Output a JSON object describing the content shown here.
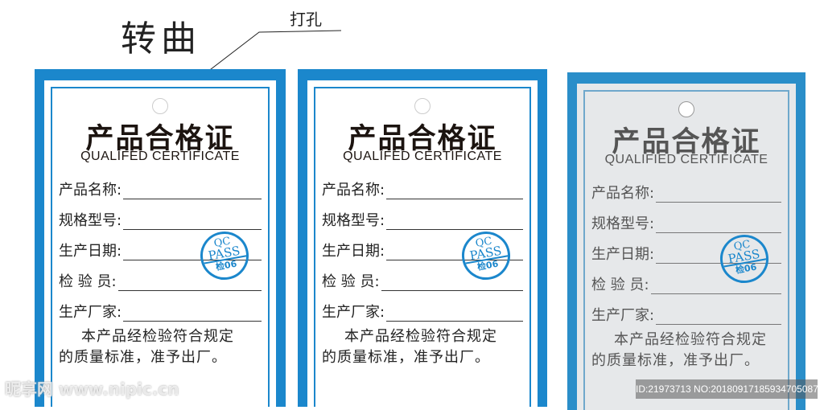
{
  "annotations": {
    "bend": "转曲",
    "punch_hole": "打孔"
  },
  "card_common": {
    "title_cn": "产品合格证",
    "title_en": "QUALIFED CERTIFICATE",
    "fields": [
      "产品名称:",
      "规格型号:",
      "生产日期:",
      "检 验 员:",
      "生产厂家:"
    ],
    "note_line1": "本产品经检验符合规定",
    "note_line2": "的质量标准，准予出厂。",
    "stamp": {
      "qc": "QC",
      "pass": "PASS",
      "code": "检06"
    }
  },
  "photo_card": {
    "title_en": "QUALIFIED CERTIFICATE"
  },
  "colors": {
    "blue": "#1b87cc",
    "text": "#1c1410"
  },
  "watermarks": {
    "site": "昵享网 www.nipic.cn",
    "id": "ID:21973713 NO:20180917185934705087"
  }
}
